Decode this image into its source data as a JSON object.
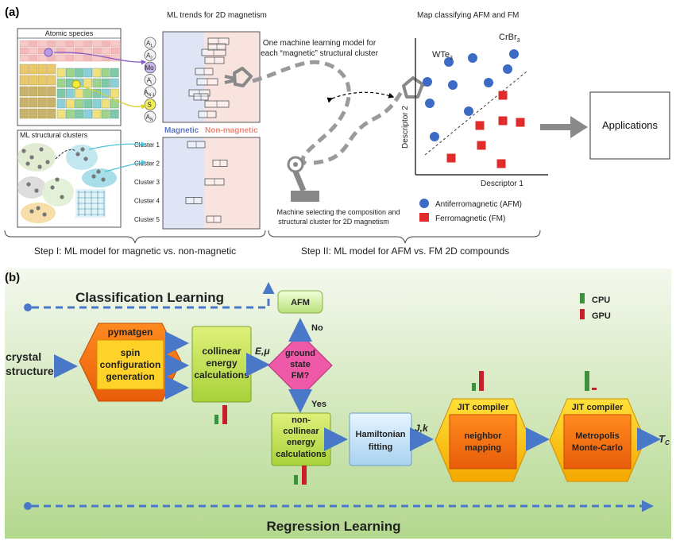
{
  "panel_a": {
    "label": "(a)",
    "atomic_species_title": "Atomic species",
    "structural_clusters_title": "ML structural clusters",
    "trends_title": "ML trends for 2D magnetism",
    "site_labels": [
      "A",
      "A",
      "Mo",
      "A",
      "A",
      "S",
      "A"
    ],
    "site_subscripts": [
      "1",
      "2",
      "",
      "i",
      "N-1",
      "",
      "N"
    ],
    "axis_magnetic": "Magnetic",
    "axis_nonmagnetic": "Non-magnetic",
    "clusters": [
      "Cluster 1",
      "Cluster 2",
      "Cluster 3",
      "Cluster 4",
      "Cluster 5"
    ],
    "model_text_line1": "One machine learning model for",
    "model_text_line2": "each “magnetic” structural cluster",
    "machine_text_line1": "Machine selecting the composition and",
    "machine_text_line2": "structural cluster for 2D  magnetism",
    "map_title": "Map classifying AFM and FM",
    "label_wte3": "WTe",
    "label_wte3_sub": "3",
    "label_crbr3": "CrBr",
    "label_crbr3_sub": "3",
    "descriptor1": "Descriptor 1",
    "descriptor2": "Descriptor 2",
    "legend_afm": "Antiferromagnetic (AFM)",
    "legend_fm": "Ferromagnetic (FM)",
    "applications": "Applications",
    "step1": "Step I: ML model for magnetic vs. non-magnetic",
    "step2": "Step II: ML model for AFM vs. FM 2D compounds",
    "colors": {
      "afm": "#3b6bc4",
      "fm": "#e02b2b",
      "arrow": "#8a8a8a",
      "magnetic_bg": "#dfe5f4",
      "nonmagnetic_bg": "#f8e3df"
    }
  },
  "panel_b": {
    "label": "(b)",
    "classification": "Classification Learning",
    "regression": "Regression Learning",
    "crystal_line1": "crystal",
    "crystal_line2": "structure",
    "pymatgen": "pymatgen",
    "spin_line1": "spin",
    "spin_line2": "configuration",
    "spin_line3": "generation",
    "collinear_line1": "collinear",
    "collinear_line2": "energy",
    "collinear_line3": "calculations",
    "emu": "E,μ",
    "ground_line1": "ground",
    "ground_line2": "state",
    "ground_line3": "FM?",
    "no": "No",
    "yes": "Yes",
    "afm": "AFM",
    "noncol_line1": "non-",
    "noncol_line2": "collinear",
    "noncol_line3": "energy",
    "noncol_line4": "calculations",
    "hamiltonian_line1": "Hamiltonian",
    "hamiltonian_line2": "fitting",
    "jk": "J,k",
    "jit1": "JIT compiler",
    "neighbor_line1": "neighbor",
    "neighbor_line2": "mapping",
    "jit2": "JIT compiler",
    "metropolis_line1": "Metropolis",
    "metropolis_line2": "Monte-Carlo",
    "tc": "T",
    "tc_sub": "C",
    "cpu": "CPU",
    "gpu": "GPU",
    "colors": {
      "cpu": "#3e8f3e",
      "gpu": "#c8202a",
      "arrow": "#4a78c8",
      "bg_top": "#f2f7ea",
      "bg_bottom": "#b6d893"
    }
  }
}
